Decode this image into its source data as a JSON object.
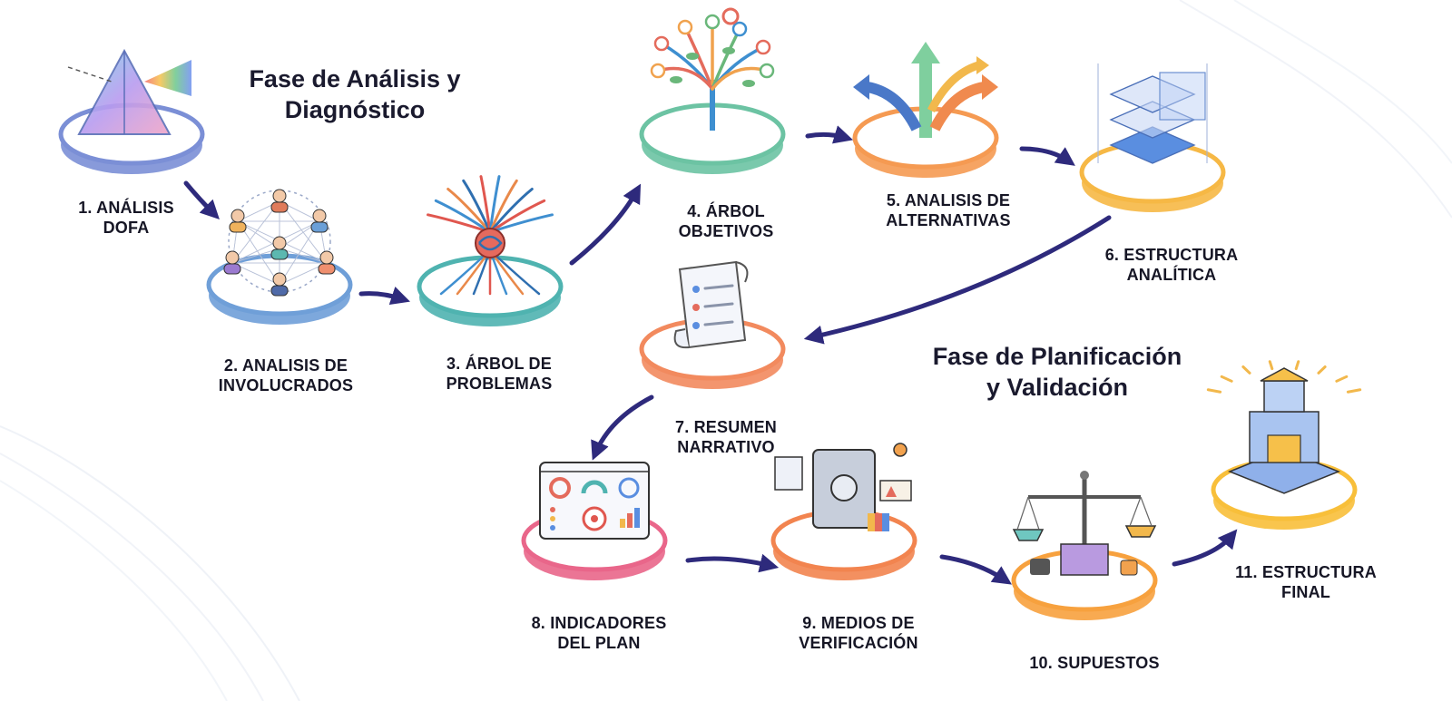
{
  "phases": [
    {
      "id": "analysis",
      "lines": [
        "Fase de Análisis y",
        "Diagnóstico"
      ]
    },
    {
      "id": "planning",
      "lines": [
        "Fase de Planificación",
        "y Validación"
      ]
    }
  ],
  "steps": [
    {
      "n": 1,
      "lines": [
        "1. ANÁLISIS",
        "DOFA"
      ],
      "icon": "prism-icon",
      "ring": "#7b8fd6"
    },
    {
      "n": 2,
      "lines": [
        "2. ANALISIS DE",
        "INVOLUCRADOS"
      ],
      "icon": "people-network-icon",
      "ring": "#6f9fd8"
    },
    {
      "n": 3,
      "lines": [
        "3. ÁRBOL DE",
        "PROBLEMAS"
      ],
      "icon": "problem-tree-icon",
      "ring": "#4fb3b0"
    },
    {
      "n": 4,
      "lines": [
        "4. ÁRBOL",
        "OBJETIVOS"
      ],
      "icon": "objectives-tree-icon",
      "ring": "#6cc3a3"
    },
    {
      "n": 5,
      "lines": [
        "5. ANALISIS DE",
        "ALTERNATIVAS"
      ],
      "icon": "branching-arrows-icon",
      "ring": "#f59a52"
    },
    {
      "n": 6,
      "lines": [
        "6. ESTRUCTURA",
        "ANALÍTICA"
      ],
      "icon": "layered-blueprint-icon",
      "ring": "#f6b845"
    },
    {
      "n": 7,
      "lines": [
        "7. RESUMEN",
        "NARRATIVO"
      ],
      "icon": "document-scroll-icon",
      "ring": "#f28a5e"
    },
    {
      "n": 8,
      "lines": [
        "8. INDICADORES",
        "DEL PLAN"
      ],
      "icon": "dashboard-icon",
      "ring": "#e9668a"
    },
    {
      "n": 9,
      "lines": [
        "9. MEDIOS DE",
        "VERIFICACIÓN"
      ],
      "icon": "vault-icon",
      "ring": "#f2844f"
    },
    {
      "n": 10,
      "lines": [
        "10. SUPUESTOS"
      ],
      "icon": "balance-scale-icon",
      "ring": "#f7a13e"
    },
    {
      "n": 11,
      "lines": [
        "11. ESTRUCTURA",
        "FINAL"
      ],
      "icon": "building-icon",
      "ring": "#f8bf3a"
    }
  ],
  "colors": {
    "arrow": "#2e2a7c",
    "text": "#161625",
    "disc_top": "#ffffff"
  }
}
